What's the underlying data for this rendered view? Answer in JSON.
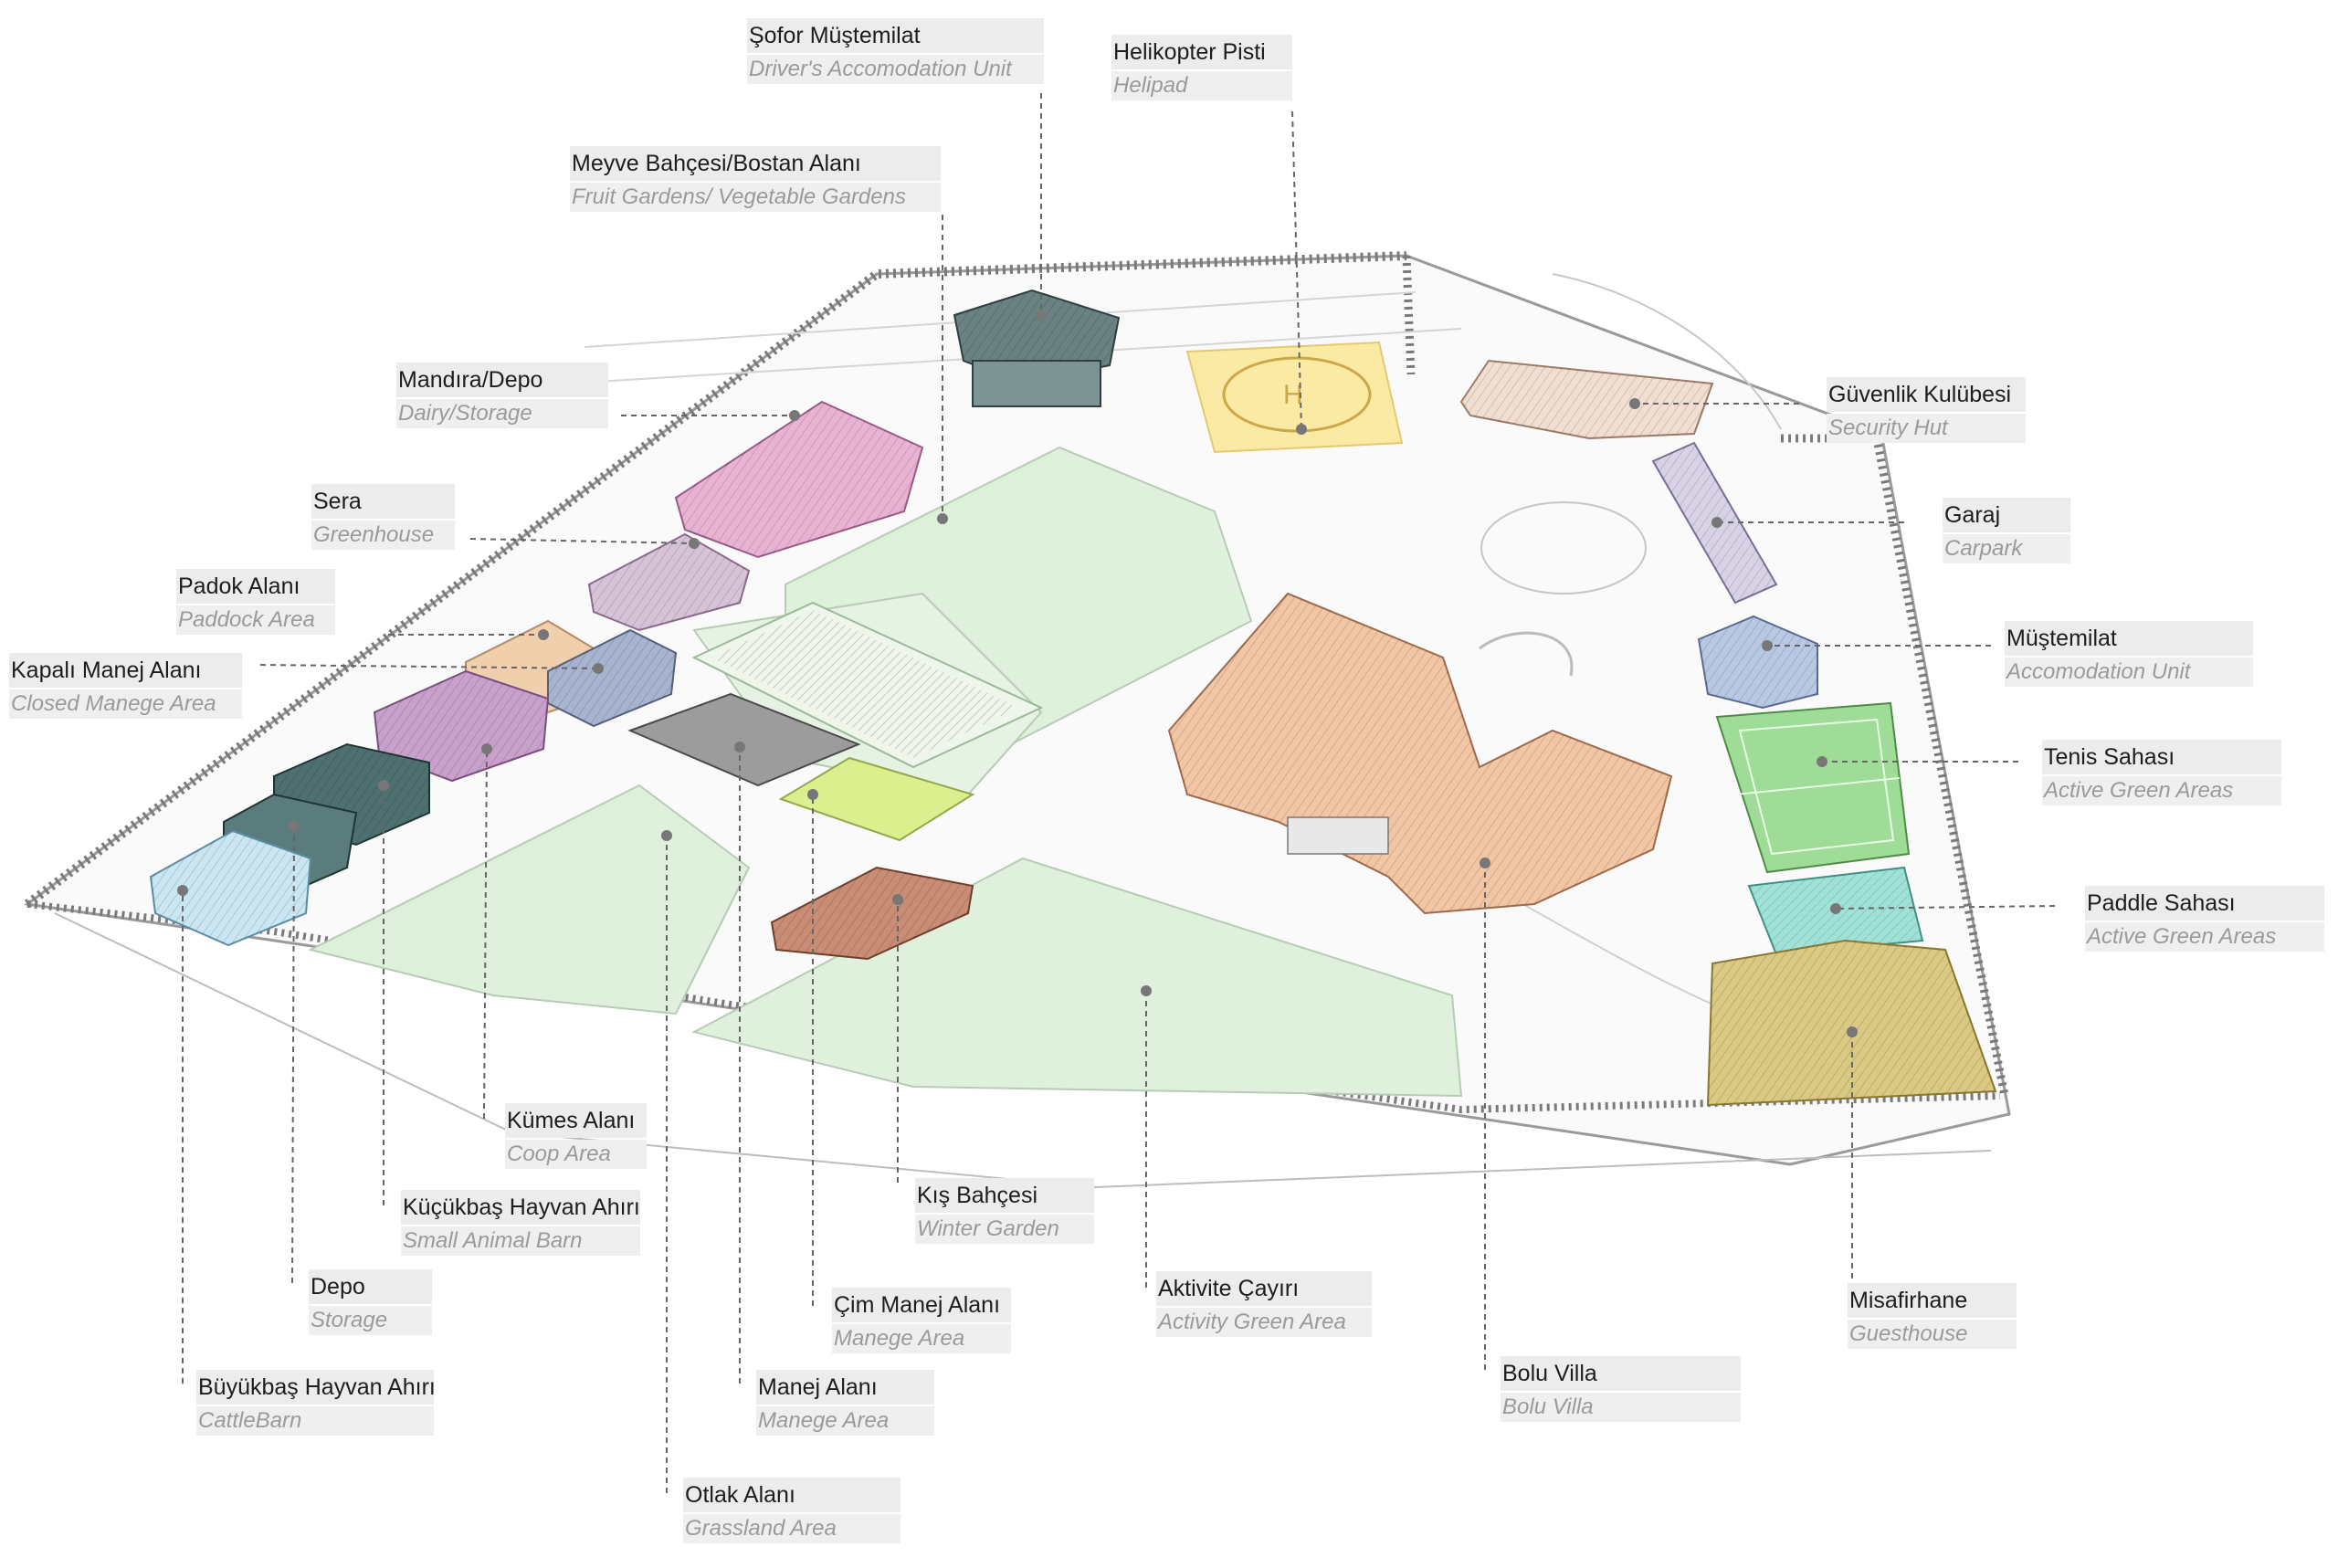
{
  "labels": {
    "sofor": {
      "tr": "Şofor Müştemilat",
      "en": "Driver's Accomodation Unit"
    },
    "helipad": {
      "tr": "Helikopter Pisti",
      "en": "Helipad"
    },
    "meyve": {
      "tr": "Meyve Bahçesi/Bostan Alanı",
      "en": "Fruit Gardens/ Vegetable Gardens"
    },
    "mandira": {
      "tr": "Mandıra/Depo",
      "en": "Dairy/Storage"
    },
    "sera": {
      "tr": "Sera",
      "en": "Greenhouse"
    },
    "padok": {
      "tr": "Padok Alanı",
      "en": "Paddock Area"
    },
    "kapali": {
      "tr": "Kapalı Manej Alanı",
      "en": "Closed Manege Area"
    },
    "guvenlik": {
      "tr": "Güvenlik Kulübesi",
      "en": "Security Hut"
    },
    "garaj": {
      "tr": "Garaj",
      "en": "Carpark"
    },
    "mustemilat": {
      "tr": "Müştemilat",
      "en": "Accomodation Unit"
    },
    "tenis": {
      "tr": "Tenis Sahası",
      "en": "Active Green Areas"
    },
    "paddle": {
      "tr": "Paddle Sahası",
      "en": "Active Green Areas"
    },
    "kumes": {
      "tr": "Kümes Alanı",
      "en": "Coop Area"
    },
    "kucukbas": {
      "tr": "Küçükbaş Hayvan Ahırı",
      "en": "Small Animal Barn"
    },
    "kis": {
      "tr": "Kış Bahçesi",
      "en": "Winter Garden"
    },
    "depo": {
      "tr": "Depo",
      "en": "Storage"
    },
    "cim": {
      "tr": "Çim Manej Alanı",
      "en": "Manege Area"
    },
    "aktivite": {
      "tr": "Aktivite Çayırı",
      "en": "Activity Green Area"
    },
    "misafir": {
      "tr": "Misafirhane",
      "en": "Guesthouse"
    },
    "bolu": {
      "tr": "Bolu Villa",
      "en": "Bolu Villa"
    },
    "buyukbas": {
      "tr": "Büyükbaş Hayvan Ahırı",
      "en": "CattleBarn"
    },
    "manej": {
      "tr": "Manej Alanı",
      "en": "Manege Area"
    },
    "otlak": {
      "tr": "Otlak Alanı",
      "en": "Grassland Area"
    }
  },
  "colors": {
    "lawn": "#dff0dc",
    "pink": "#e8b3d3",
    "greenhouse": "#d7c3d7",
    "paddock": "#f0cfad",
    "closed_manege": "#a8b3d0",
    "purple_barn": "#c9a0cc",
    "teal_barn": "#4f7070",
    "cattle_barn": "#c9e6f2",
    "drivers_unit": "#6a8282",
    "helipad": "#fbeaa3",
    "security": "#f1ded0",
    "garage": "#d8d2e6",
    "accomodation": "#b9c8e2",
    "tennis": "#9fdc98",
    "paddle": "#9ee3d8",
    "guesthouse": "#d9c983",
    "villa": "#f2c5a5",
    "winter_garden": "#c98c74",
    "grass_manege": "#dcef8e",
    "manege": "#9c9c9c",
    "fence": "#8a8a8a"
  }
}
